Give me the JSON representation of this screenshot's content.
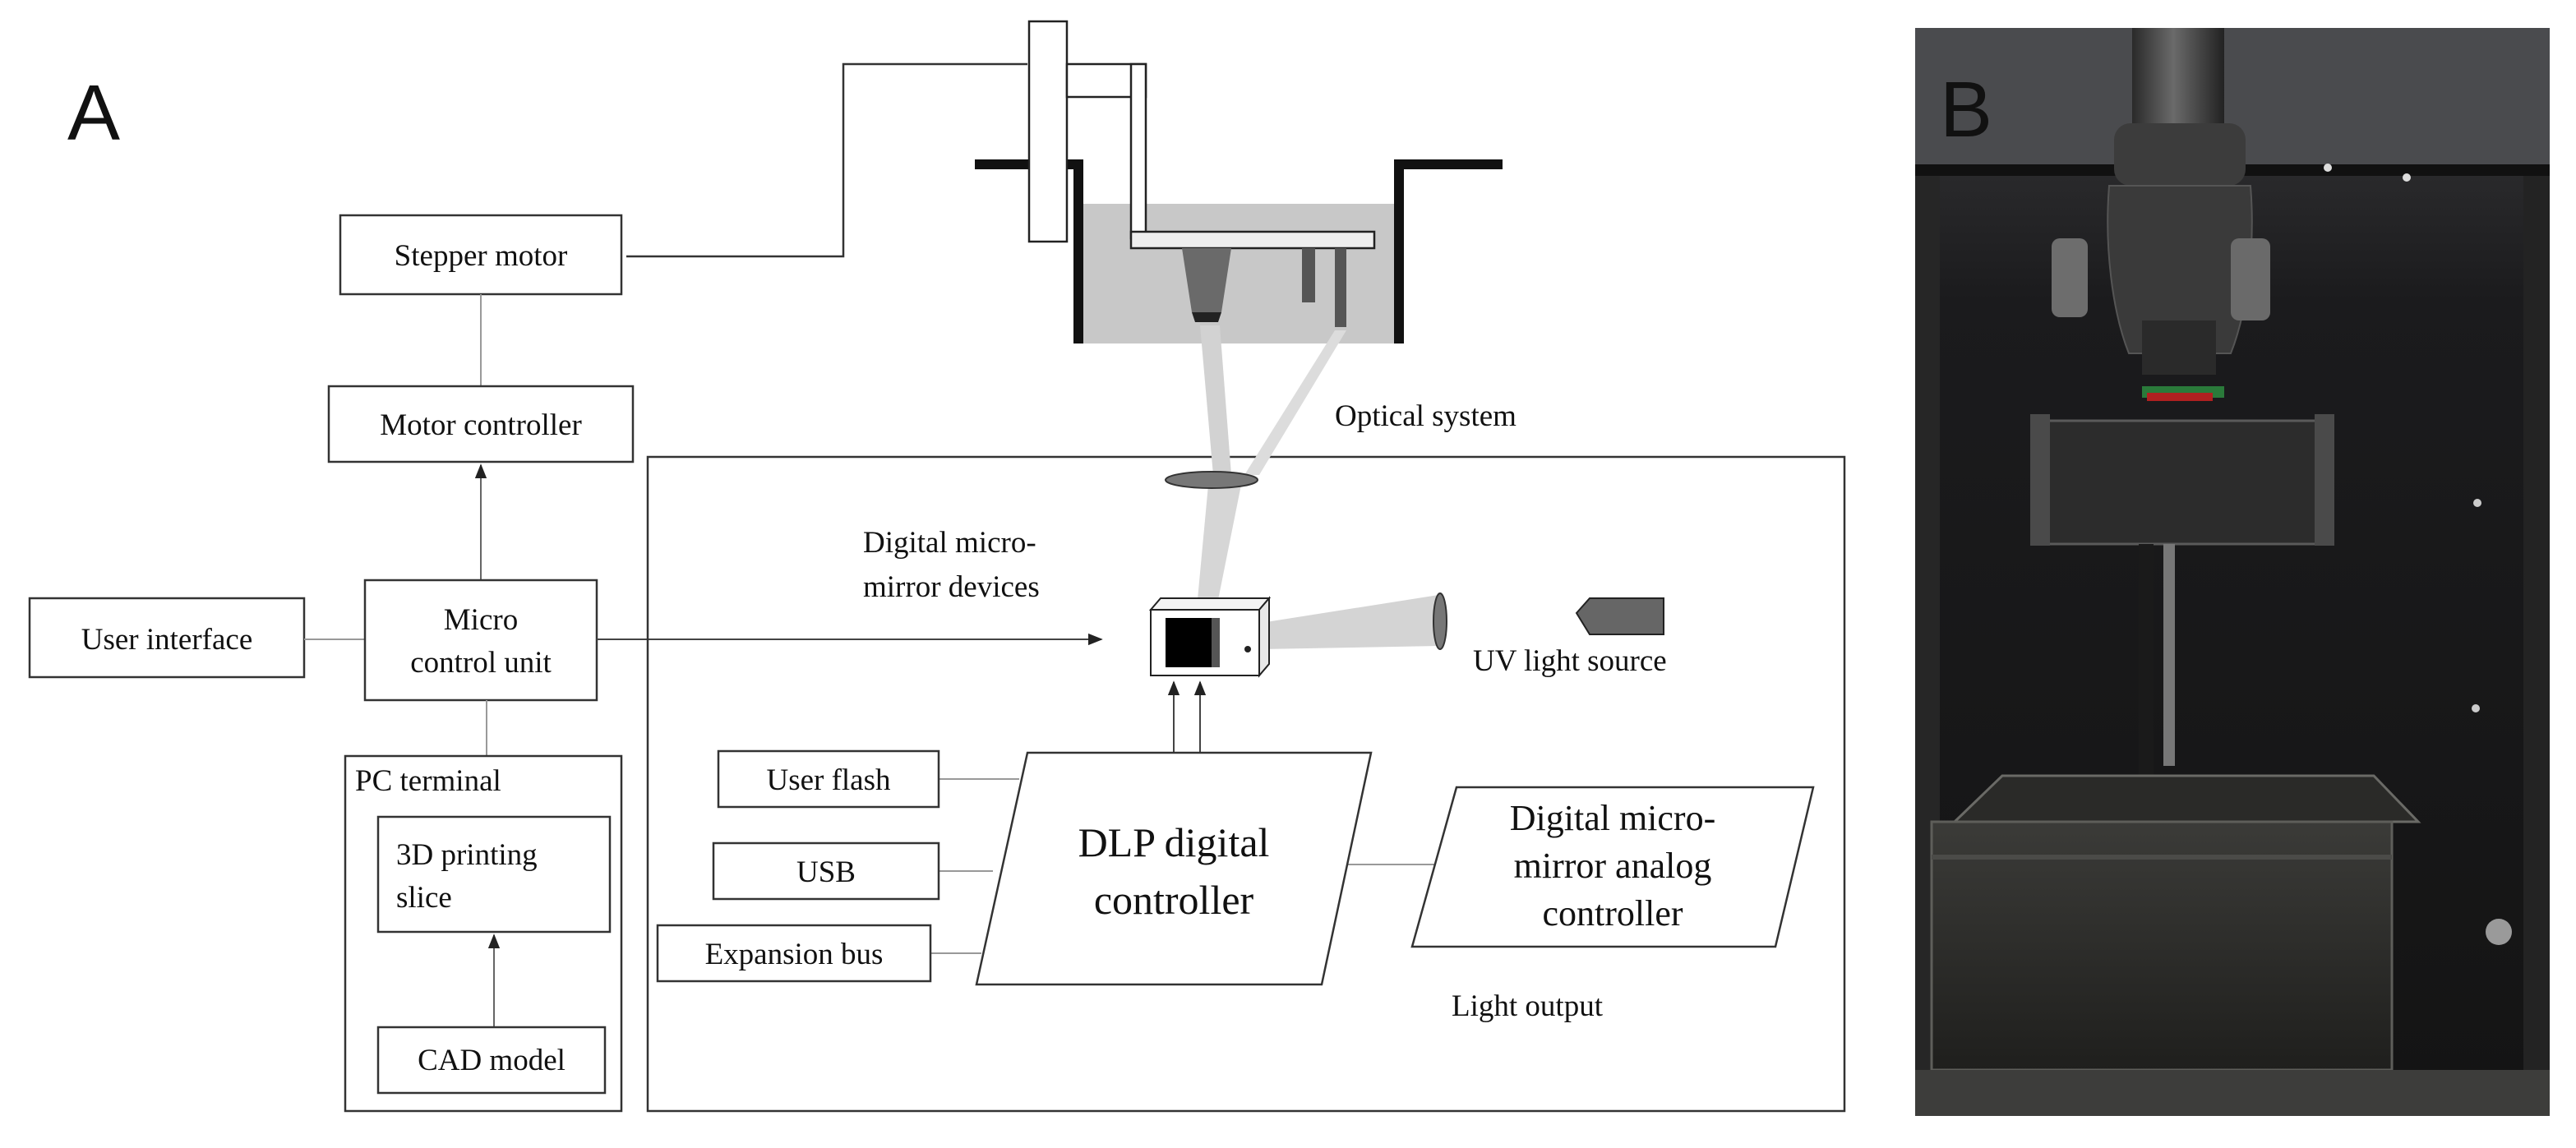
{
  "panel_a": {
    "letter": "A",
    "blocks": {
      "stepper_motor": "Stepper motor",
      "motor_controller": "Motor controller",
      "user_interface": "User interface",
      "micro_control_unit": [
        "Micro",
        "control unit"
      ],
      "pc_terminal": "PC terminal",
      "printing_slice": [
        "3D printing",
        "slice"
      ],
      "cad_model": "CAD model",
      "user_flash": "User flash",
      "usb": "USB",
      "expansion_bus": "Expansion bus",
      "dlp_controller": [
        "DLP digital",
        "controller"
      ],
      "analog_controller": [
        "Digital micro-",
        "mirror analog",
        "controller"
      ]
    },
    "annotations": {
      "optical_system": "Optical system",
      "dmd": [
        "Digital micro-",
        "mirror devices"
      ],
      "uv_light_source": "UV light source",
      "light_output": "Light output"
    }
  },
  "panel_b": {
    "letter": "B"
  }
}
